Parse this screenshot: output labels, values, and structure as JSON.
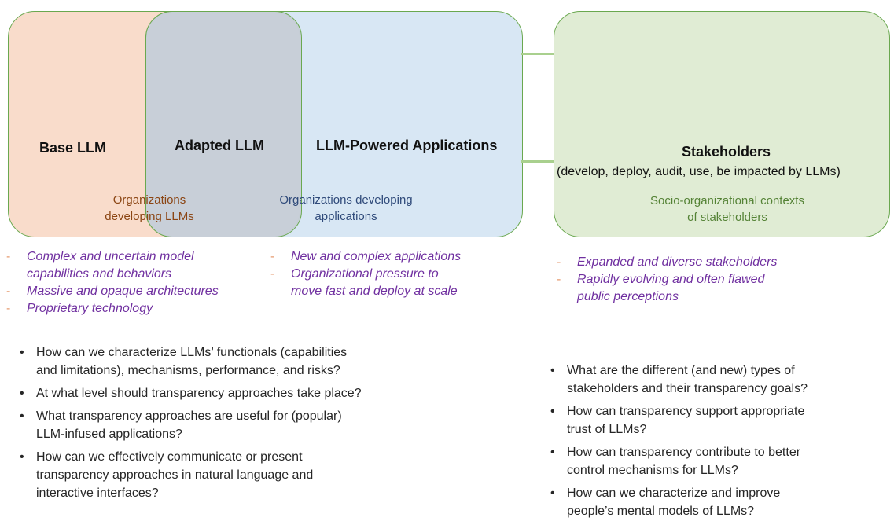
{
  "panels": {
    "base_llm": "Base LLM",
    "adapted_llm": "Adapted LLM",
    "applications": "LLM-Powered Applications",
    "stakeholders": "Stakeholders",
    "stakeholders_sub": "(develop, deploy, audit, use, be impacted by LLMs)"
  },
  "org_labels": {
    "developing_llms": [
      "Organizations",
      "developing LLMs"
    ],
    "developing_apps": [
      "Organizations developing",
      "applications"
    ],
    "socio": [
      "Socio-organizational contexts",
      "of stakeholders"
    ]
  },
  "challenges": {
    "models": [
      [
        "Complex and uncertain model",
        "capabilities and behaviors"
      ],
      [
        "Massive and opaque architectures"
      ],
      [
        "Proprietary technology"
      ]
    ],
    "applications": [
      [
        "New and complex applications"
      ],
      [
        "Organizational pressure to",
        "move fast and deploy at scale"
      ]
    ],
    "stakeholders": [
      [
        "Expanded and diverse stakeholders"
      ],
      [
        "Rapidly evolving and often flawed",
        "public perceptions"
      ]
    ]
  },
  "questions": {
    "left": [
      [
        "How can we characterize LLMs’ functionals (capabilities",
        "and limitations), mechanisms, performance, and risks?"
      ],
      [
        "At what level should transparency approaches take place?"
      ],
      [
        "What transparency approaches are useful for (popular)",
        "LLM-infused applications?"
      ],
      [
        "How can we effectively communicate or present",
        "transparency approaches in natural language and",
        "interactive interfaces?"
      ]
    ],
    "right": [
      [
        "What are the different (and new) types of",
        "stakeholders and their transparency goals?"
      ],
      [
        "How can transparency support appropriate",
        "trust of LLMs?"
      ],
      [
        "How can transparency contribute to better",
        "control mechanisms for LLMs?"
      ],
      [
        "How can we characterize and improve",
        "people’s mental models of LLMs?"
      ]
    ]
  },
  "colors": {
    "base_box": "#f9dccb",
    "apps_box": "#d5e5f3",
    "adapted_overlay": "#bec1c8",
    "stakeholder_box": "#e0ecd4",
    "border": "#6aa84f",
    "connector": "#a9d08e",
    "org_llm_text": "#8b4513",
    "org_app_text": "#2f4a7a",
    "socio_text": "#548235",
    "challenge_text": "#7030a0",
    "dash": "#e69a6f"
  },
  "icons": {
    "base": "neural-network-icon",
    "adapted": "neural-network-gear-icon",
    "apps": [
      "wrench-hand-icon",
      "touch-network-icon",
      "magnifier-hand-icon",
      "choice-hand-icon",
      "handshake-icon",
      "money-exchange-icon"
    ],
    "stakeholders": "people-group-icon"
  },
  "bullet": "•",
  "dash": "-"
}
